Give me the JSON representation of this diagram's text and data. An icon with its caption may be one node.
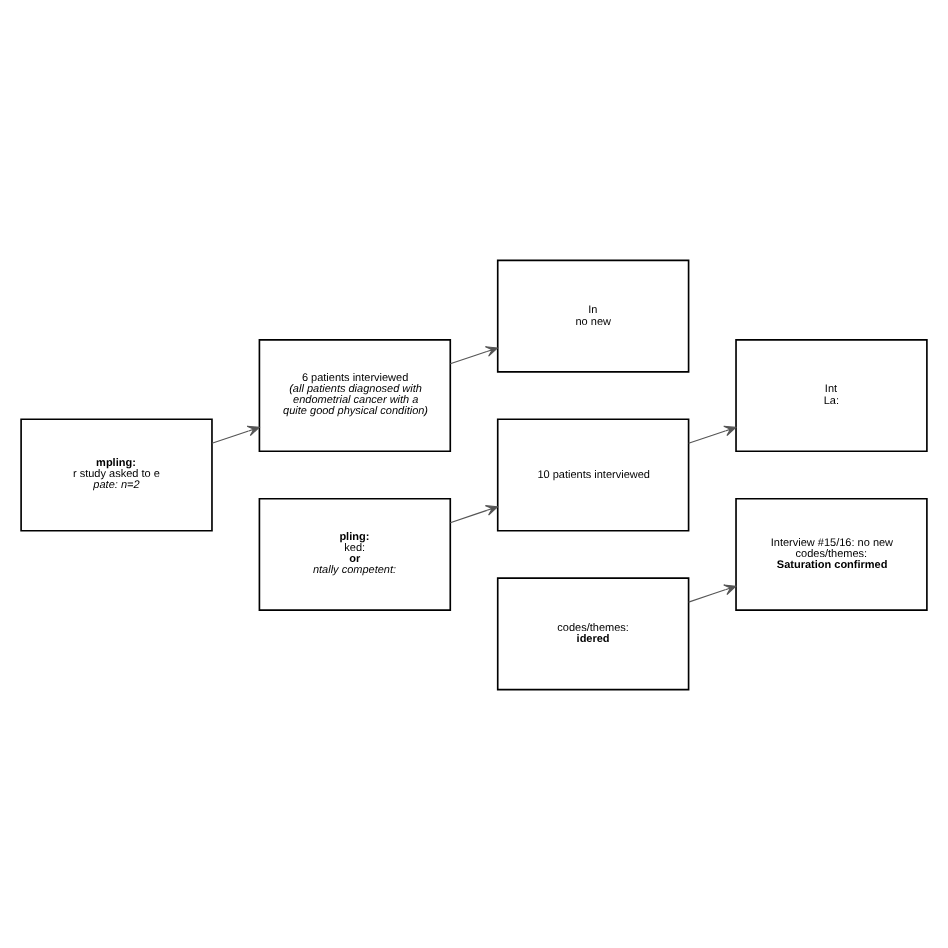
{
  "diagram": {
    "nodes": [
      {
        "text": [
          "mpling:",
          "r study asked to e",
          "pate: n=2"
        ]
      },
      {
        "text": [
          "6 patients interviewed",
          "(all patients diagnosed with endometrial cancer with a quite good physical condition)"
        ]
      },
      {
        "text": [
          "In",
          "no new"
        ]
      },
      {
        "text": [
          "pling:",
          "ked:",
          "or",
          "ntally competent:"
        ]
      },
      {
        "text": [
          "10 patients interviewed"
        ]
      },
      {
        "text": [
          "Int",
          "La:"
        ]
      },
      {
        "text": [
          "codes/themes:",
          "idered"
        ]
      },
      {
        "text": [
          "Interview #15/16: no new codes/themes:",
          "Saturation confirmed"
        ]
      }
    ],
    "edges": [
      {
        "from": 0,
        "to": 1,
        "arrow": "to"
      },
      {
        "from": 1,
        "to": 2,
        "arrow": "to"
      },
      {
        "from": 3,
        "to": 4,
        "arrow": "to"
      },
      {
        "from": 4,
        "to": 5,
        "arrow": "to"
      },
      {
        "from": 6,
        "to": 7,
        "arrow": "to"
      }
    ]
  }
}
